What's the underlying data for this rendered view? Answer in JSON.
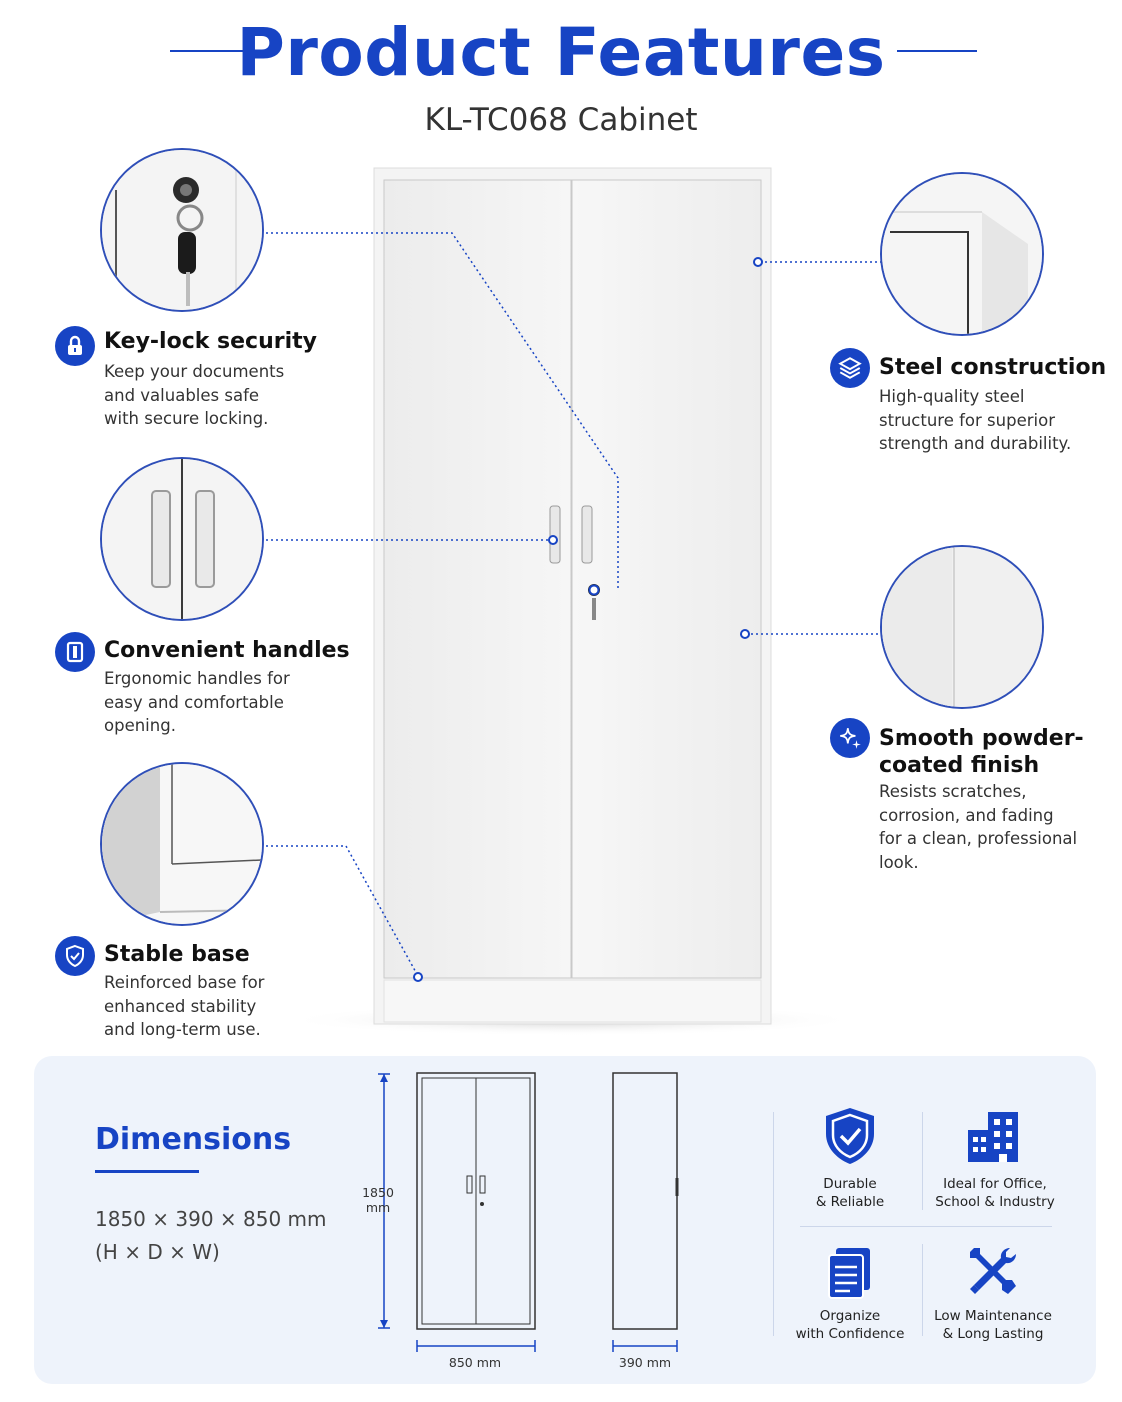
{
  "header": {
    "title": "Product Features",
    "subtitle": "KL-TC068 Cabinet"
  },
  "colors": {
    "accent": "#1744c4",
    "panel": "#eef3fb",
    "cabinet": "#f2f2f2"
  },
  "features": {
    "keylock": {
      "icon": "lock-icon",
      "title": "Key-lock security",
      "lines": [
        "Keep your documents",
        "and valuables safe",
        "with secure locking."
      ]
    },
    "handles": {
      "icon": "handle-icon",
      "title": "Convenient handles",
      "lines": [
        "Ergonomic handles for",
        "easy and comfortable",
        "opening."
      ]
    },
    "base": {
      "icon": "shield-check-icon",
      "title": "Stable base",
      "lines": [
        "Reinforced base for",
        "enhanced stability",
        "and long-term use."
      ]
    },
    "steel": {
      "icon": "layers-icon",
      "title": "Steel construction",
      "lines": [
        "High-quality steel",
        "structure for superior",
        "strength and durability."
      ]
    },
    "finish": {
      "icon": "sparkle-icon",
      "title_lines": [
        "Smooth powder-",
        "coated finish"
      ],
      "lines": [
        "Resists scratches,",
        "corrosion, and fading",
        "for a clean, professional",
        "look."
      ]
    }
  },
  "dimensions": {
    "title": "Dimensions",
    "size": "1850 × 390 × 850 mm",
    "axes": "(H × D × W)",
    "height_value": "1850",
    "height_unit": "mm",
    "width_label": "850 mm",
    "depth_label": "390 mm"
  },
  "benefits": [
    {
      "icon": "shield-check-icon",
      "lines": [
        "Durable",
        "& Reliable"
      ]
    },
    {
      "icon": "buildings-icon",
      "lines": [
        "Ideal for Office,",
        "School & Industry"
      ]
    },
    {
      "icon": "documents-icon",
      "lines": [
        "Organize",
        "with Confidence"
      ]
    },
    {
      "icon": "tools-icon",
      "lines": [
        "Low Maintenance",
        "& Long Lasting"
      ]
    }
  ]
}
